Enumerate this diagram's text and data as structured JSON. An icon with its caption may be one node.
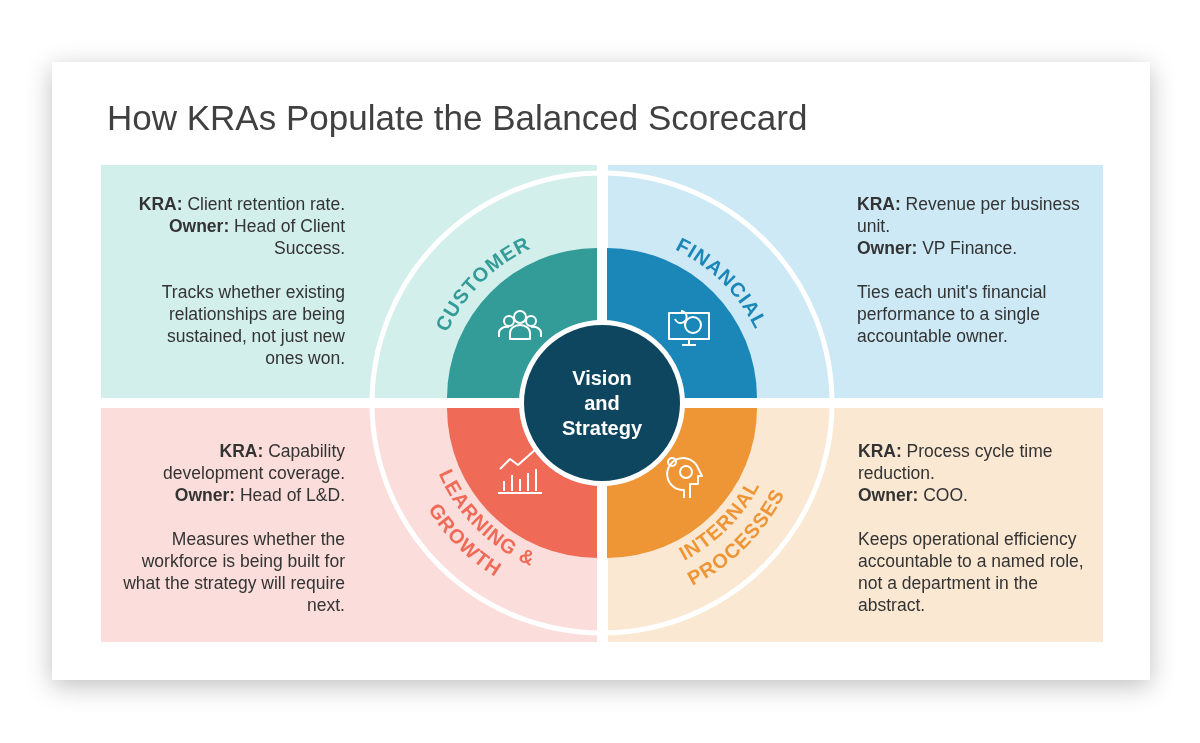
{
  "diagram": {
    "title": "How KRAs Populate the Balanced Scorecard",
    "nodes": [
      {
        "text": [
          "CUSTOMER",
          "**KRA:** Client retention rate.",
          "**Owner:** Head of Client Success.",
          "Tracks whether existing relationships are being sustained, not just new ones won."
        ]
      },
      {
        "text": [
          "FINANCIAL",
          "**KRA:** Revenue per business unit.",
          "**Owner:** VP Finance.",
          "Ties each unit's financial performance to a single accountable owner."
        ]
      },
      {
        "text": [
          "LEARNING & GROWTH",
          "**KRA:** Capability development coverage.",
          "**Owner:** Head of L&D.",
          "Measures whether the workforce is being built for what the strategy will require next."
        ]
      },
      {
        "text": [
          "INTERNAL PROCESSES",
          "**KRA:** Process cycle time reduction.",
          "**Owner:** COO.",
          "Keeps operational efficiency accountable to a named role, not a department in the abstract."
        ]
      },
      {
        "text": [
          "Vision and Strategy"
        ]
      }
    ],
    "edges": []
  }
}
